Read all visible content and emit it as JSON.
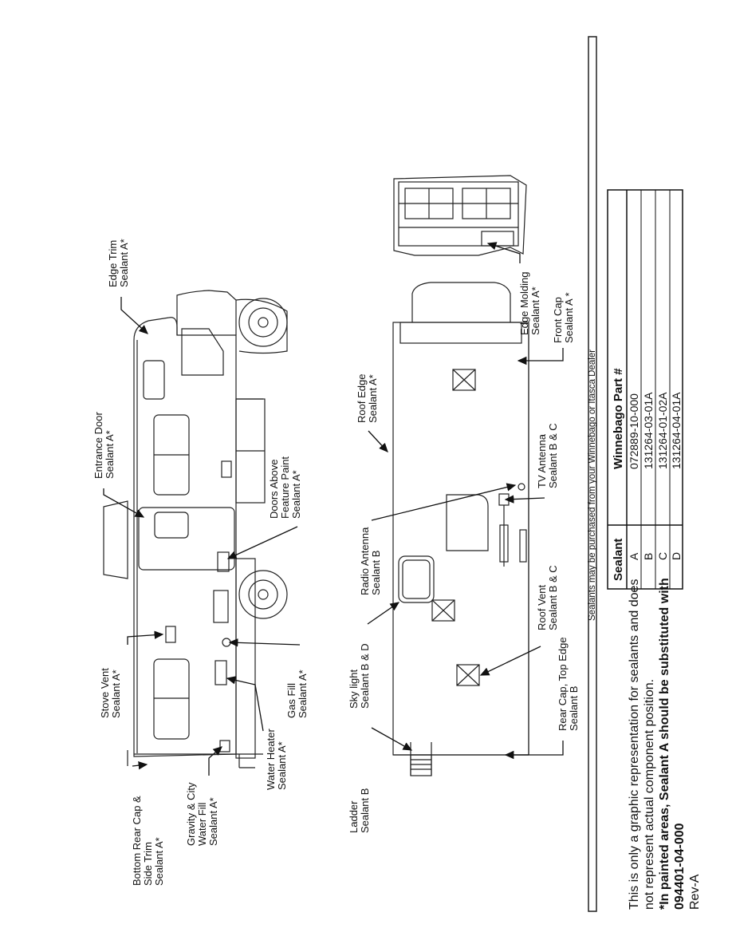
{
  "callouts": {
    "edge_trim": [
      "Edge Trim",
      "Sealant A*"
    ],
    "entrance_door": [
      "Entrance Door",
      "Sealant A*"
    ],
    "doors_above": [
      "Doors Above",
      "Feature Paint",
      "Sealant A*"
    ],
    "stove_vent": [
      "Stove Vent",
      "Sealant A*"
    ],
    "gas_fill": [
      "Gas Fill",
      "Sealant A*"
    ],
    "water_heater": [
      "Water Heater",
      "Sealant A*"
    ],
    "gravity_city": [
      "Gravity & City",
      "Water Fill",
      "Sealant A*"
    ],
    "bottom_rear_cap": [
      "Bottom Rear Cap &",
      "Side Trim",
      "Sealant A*"
    ],
    "roof_edge": [
      "Roof Edge",
      "Sealant A*"
    ],
    "edge_molding": [
      "Edge Molding",
      "Sealant  A*"
    ],
    "front_cap": [
      "Front Cap",
      "Sealant  A *"
    ],
    "tv_antenna": [
      "TV Antenna",
      "Sealant  B & C"
    ],
    "radio_antenna": [
      "Radio Antenna",
      "Sealant B"
    ],
    "roof_vent": [
      "Roof Vent",
      "Sealant B & C"
    ],
    "sky_light": [
      "Sky light",
      "Sealant B & D"
    ],
    "rear_cap_top": [
      "Rear Cap, Top Edge",
      "Sealant B"
    ],
    "ladder": [
      "Ladder",
      "Sealant B"
    ]
  },
  "dealer_note": "Sealants may be purchased from your Winnebago or Itasca Dealer",
  "table": {
    "headers": [
      "Sealant",
      "Winnebago Part #"
    ],
    "rows": [
      [
        "A",
        "072889-10-000"
      ],
      [
        "B",
        "131264-03-01A"
      ],
      [
        "C",
        "131264-01-02A"
      ],
      [
        "D",
        "131264-04-01A"
      ]
    ]
  },
  "disclaimer": {
    "line1": "This is only a graphic representation for sealants and does",
    "line2": "not represent actual component position.",
    "bold": "*In painted areas, Sealant A should be substituted with",
    "part": "094401-04-000",
    "rev": "Rev-A"
  }
}
